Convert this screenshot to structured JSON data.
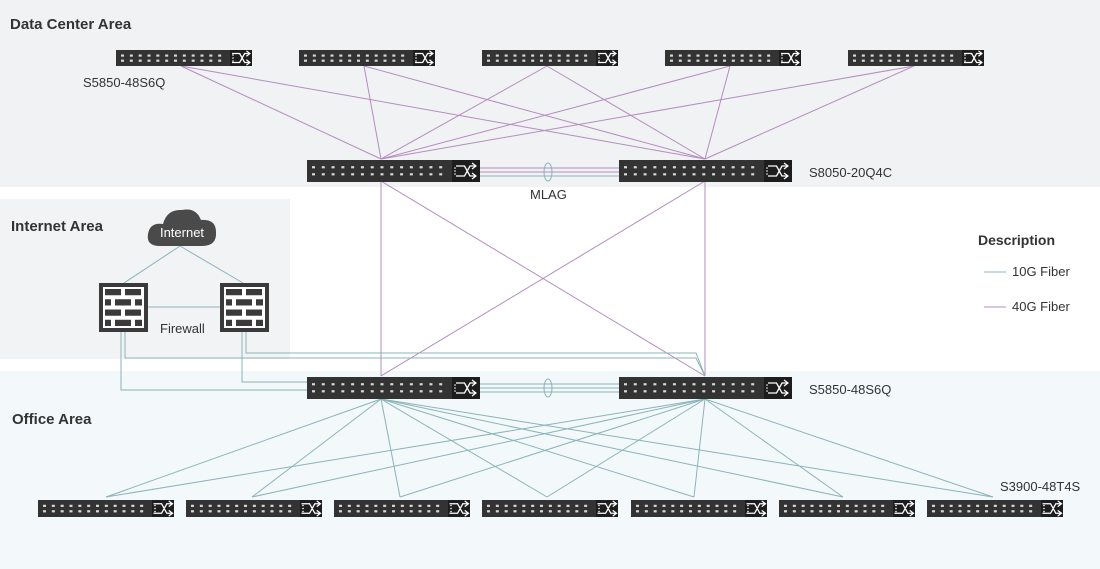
{
  "areas": {
    "data_center": "Data Center Area",
    "internet": "Internet Area",
    "office": "Office Area"
  },
  "labels": {
    "dc_access_switch": "S5850-48S6Q",
    "dc_core_switch": "S8050-20Q4C",
    "mlag": "MLAG",
    "internet_cloud": "Internet",
    "firewall": "Firewall",
    "office_core_switch": "S5850-48S6Q",
    "office_access_switch": "S3900-48T4S"
  },
  "legend": {
    "title": "Description",
    "items": [
      {
        "label": "10G Fiber",
        "color": "#8ab4b8"
      },
      {
        "label": "40G Fiber",
        "color": "#b48cc0"
      }
    ]
  },
  "colors": {
    "fiber_10g": "#8ab4b8",
    "fiber_40g": "#b48cc0",
    "switch_body": "#333333",
    "switch_panel": "#1d1d1d"
  },
  "icons": {
    "switch": "switch-icon",
    "cloud": "cloud-icon",
    "firewall": "firewall-icon"
  }
}
